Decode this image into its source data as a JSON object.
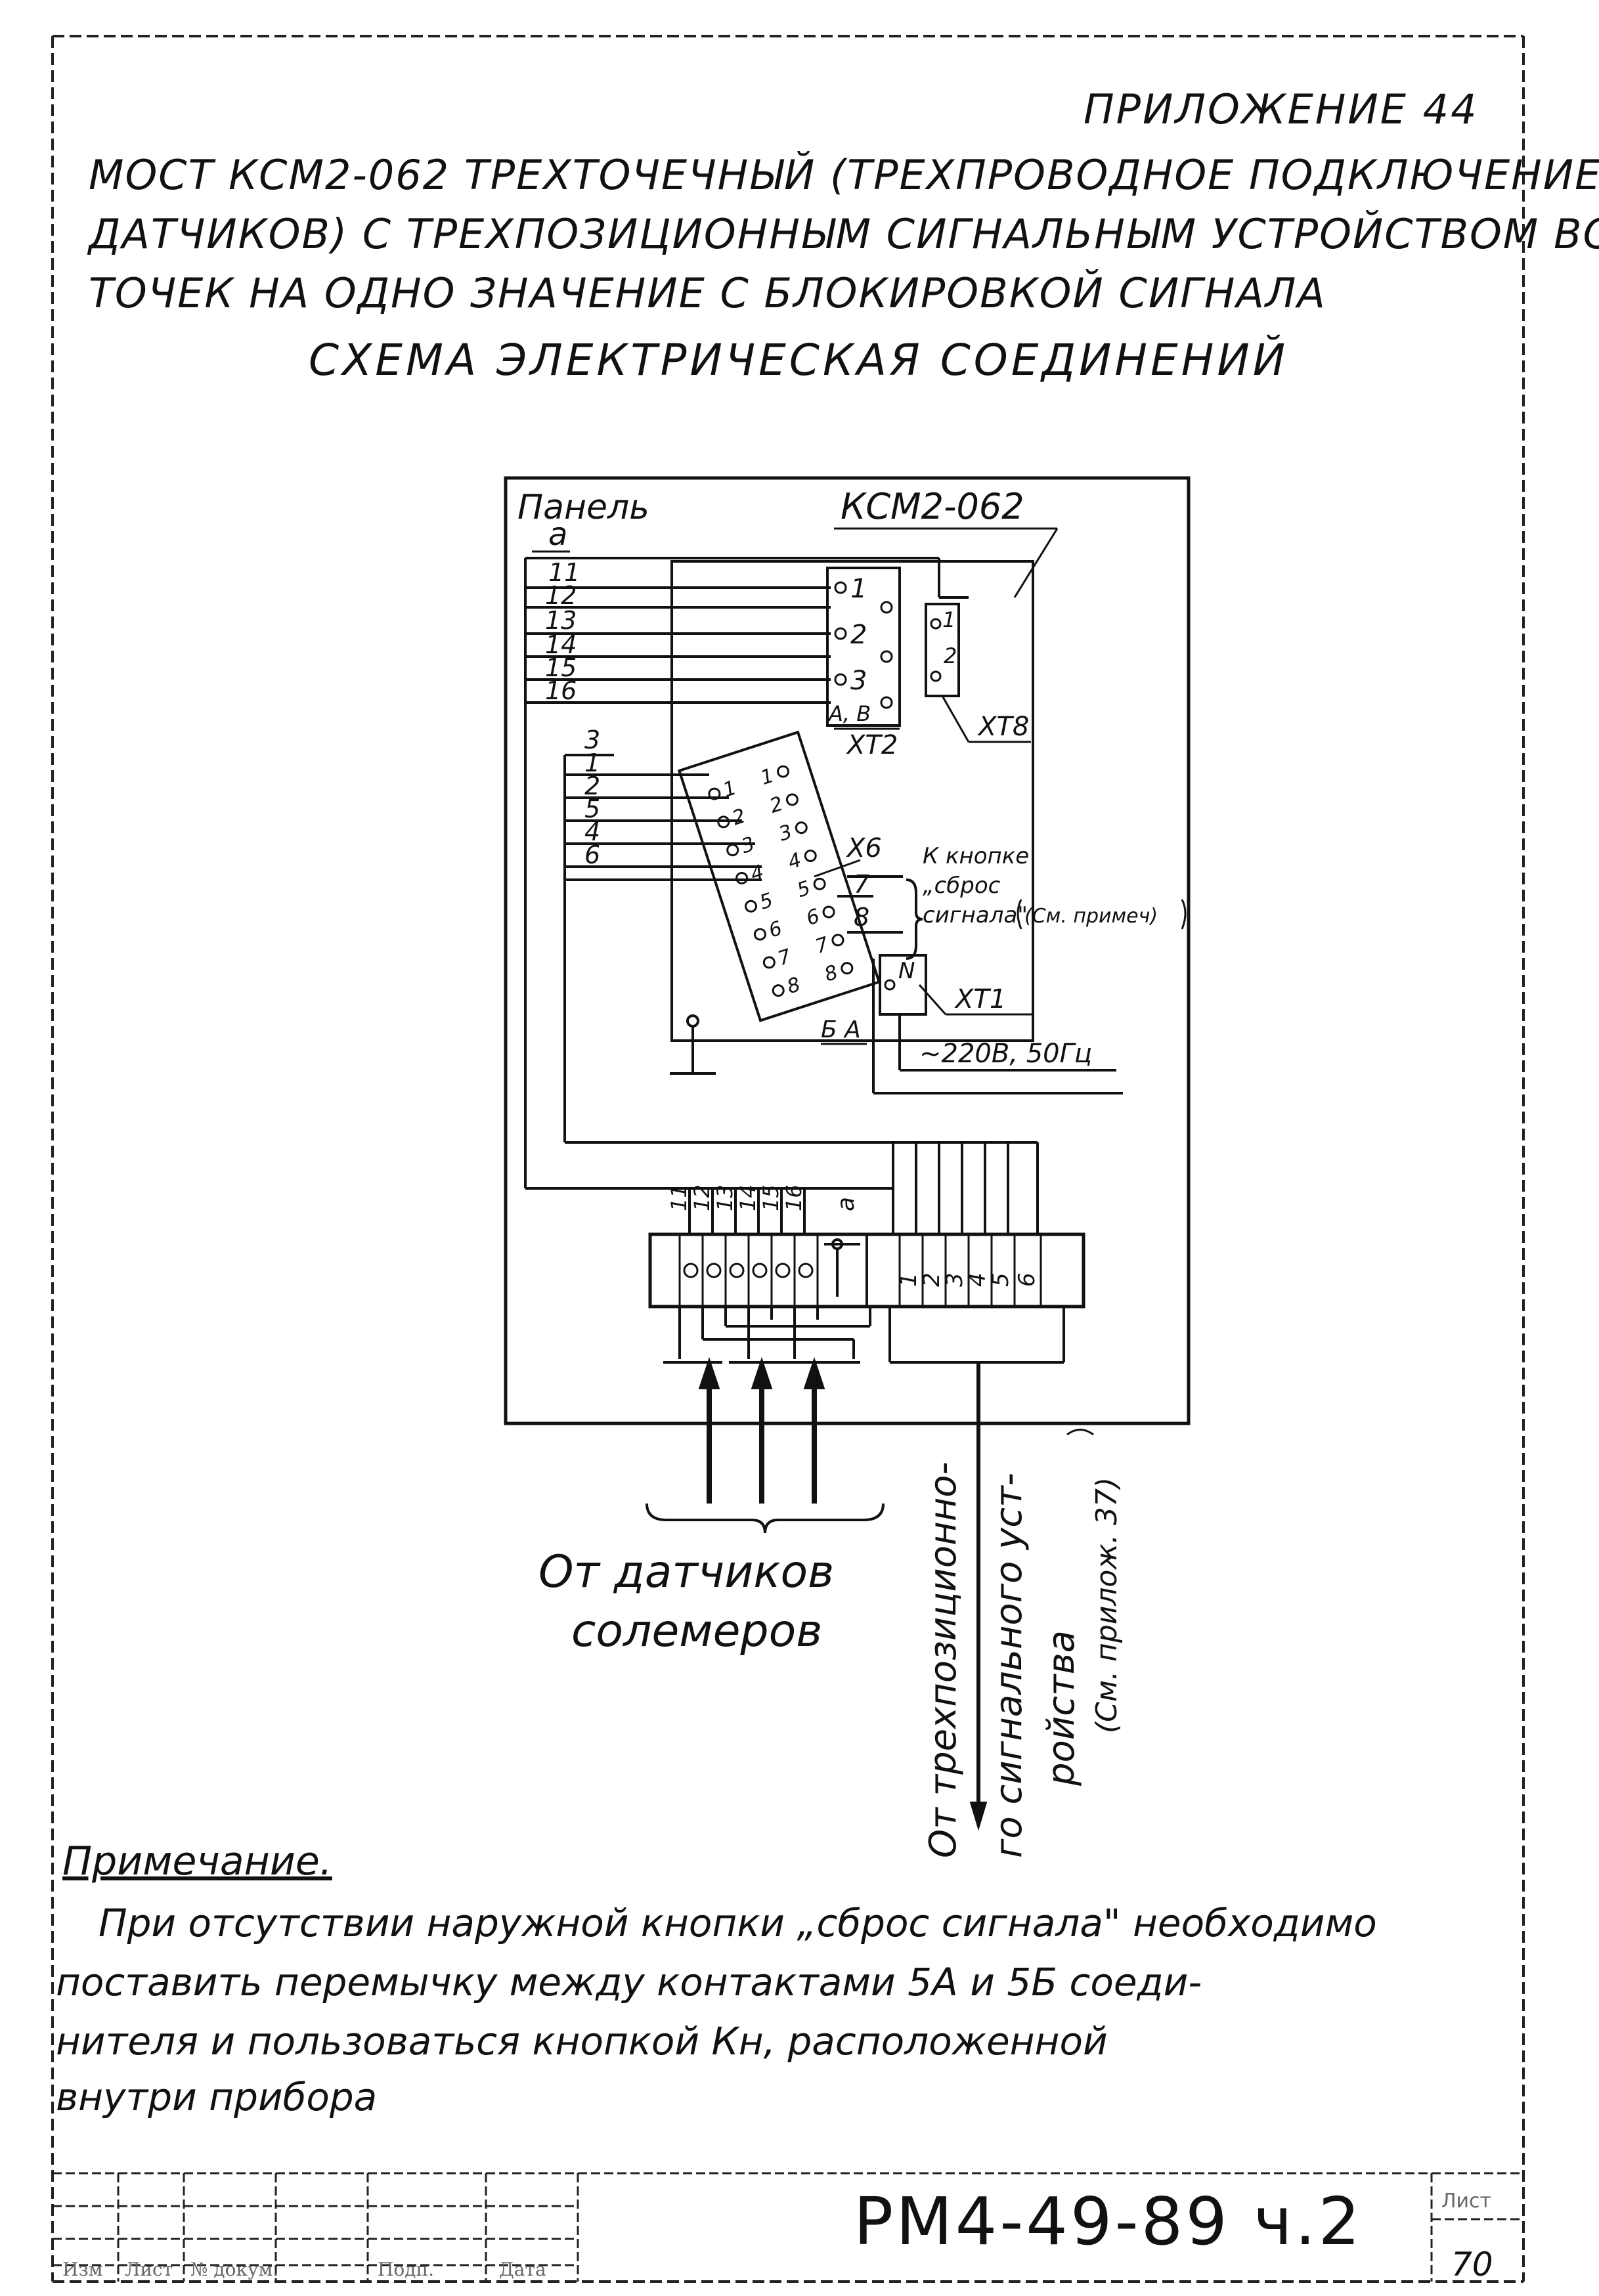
{
  "header": {
    "appendix": "ПРИЛОЖЕНИЕ 44",
    "title_line1": "МОСТ КСМ2-062 ТРЕХТОЧЕЧНЫЙ (ТРЕХПРОВОДНОЕ ПОДКЛЮЧЕНИЕ",
    "title_line2": "ДАТЧИКОВ) С ТРЕХПОЗИЦИОННЫМ СИГНАЛЬНЫМ УСТРОЙСТВОМ ВСЕХ",
    "title_line3": "ТОЧЕК НА ОДНО ЗНАЧЕНИЕ С БЛОКИРОВКОЙ СИГНАЛА",
    "subtitle": "СХЕМА ЭЛЕКТРИЧЕСКАЯ СОЕДИНЕНИЙ"
  },
  "diagram": {
    "panel_label": "Панель",
    "panel_ground": "а",
    "device_label": "КСМ2-062",
    "upper_wires": [
      "11",
      "12",
      "13",
      "14",
      "15",
      "16"
    ],
    "lower_wires": [
      "3",
      "1",
      "2",
      "5",
      "4",
      "6"
    ],
    "xt2": {
      "label": "ХТ2",
      "pins": [
        "1",
        "2",
        "3"
      ],
      "bottom": "А, В"
    },
    "xt8": {
      "label": "ХТ8",
      "pins": [
        "1",
        "2"
      ]
    },
    "x6": {
      "label": "Х6",
      "bottom": "Б А",
      "pins_a": [
        "1",
        "2",
        "3",
        "4",
        "5",
        "6",
        "7",
        "8"
      ],
      "pins_b": [
        "1",
        "2",
        "3",
        "4",
        "5",
        "6",
        "7",
        "8"
      ]
    },
    "reset_button": {
      "line1": "К кнопке",
      "line2": "„сброс",
      "line3": "сигнала\"",
      "note": "(См. примеч)",
      "wires": [
        "7",
        "8"
      ]
    },
    "xt1": {
      "label": "ХТ1",
      "pin": "N"
    },
    "power": "~220В, 50Гц",
    "terminal_upper": [
      "11",
      "12",
      "13",
      "14",
      "15",
      "16",
      "а"
    ],
    "terminal_lower": [
      "1",
      "2",
      "3",
      "4",
      "5",
      "6"
    ],
    "from_sensors_line1": "От датчиков",
    "from_sensors_line2": "солемеров",
    "from_signal_line1": "От трехпозиционно-",
    "from_signal_line2": "го сигнального уст-",
    "from_signal_line3": "ройства",
    "from_signal_line4": "(См. прилож. 37)"
  },
  "note": {
    "heading": "Примечание.",
    "line1": "При отсутствии наружной кнопки „сброс сигнала\" необходимо",
    "line2": "поставить перемычку между контактами 5А и 5Б соеди-",
    "line3": "нителя и пользоваться кнопкой Кн, расположенной",
    "line4": "внутри прибора"
  },
  "title_block": {
    "doc_number": "РМ4-49-89 ч.2",
    "sheet_label": "Лист",
    "sheet_number": "70",
    "stamp_labels": [
      "Изм",
      "Лист",
      "№ докум.",
      "Подп.",
      "Дата"
    ]
  }
}
